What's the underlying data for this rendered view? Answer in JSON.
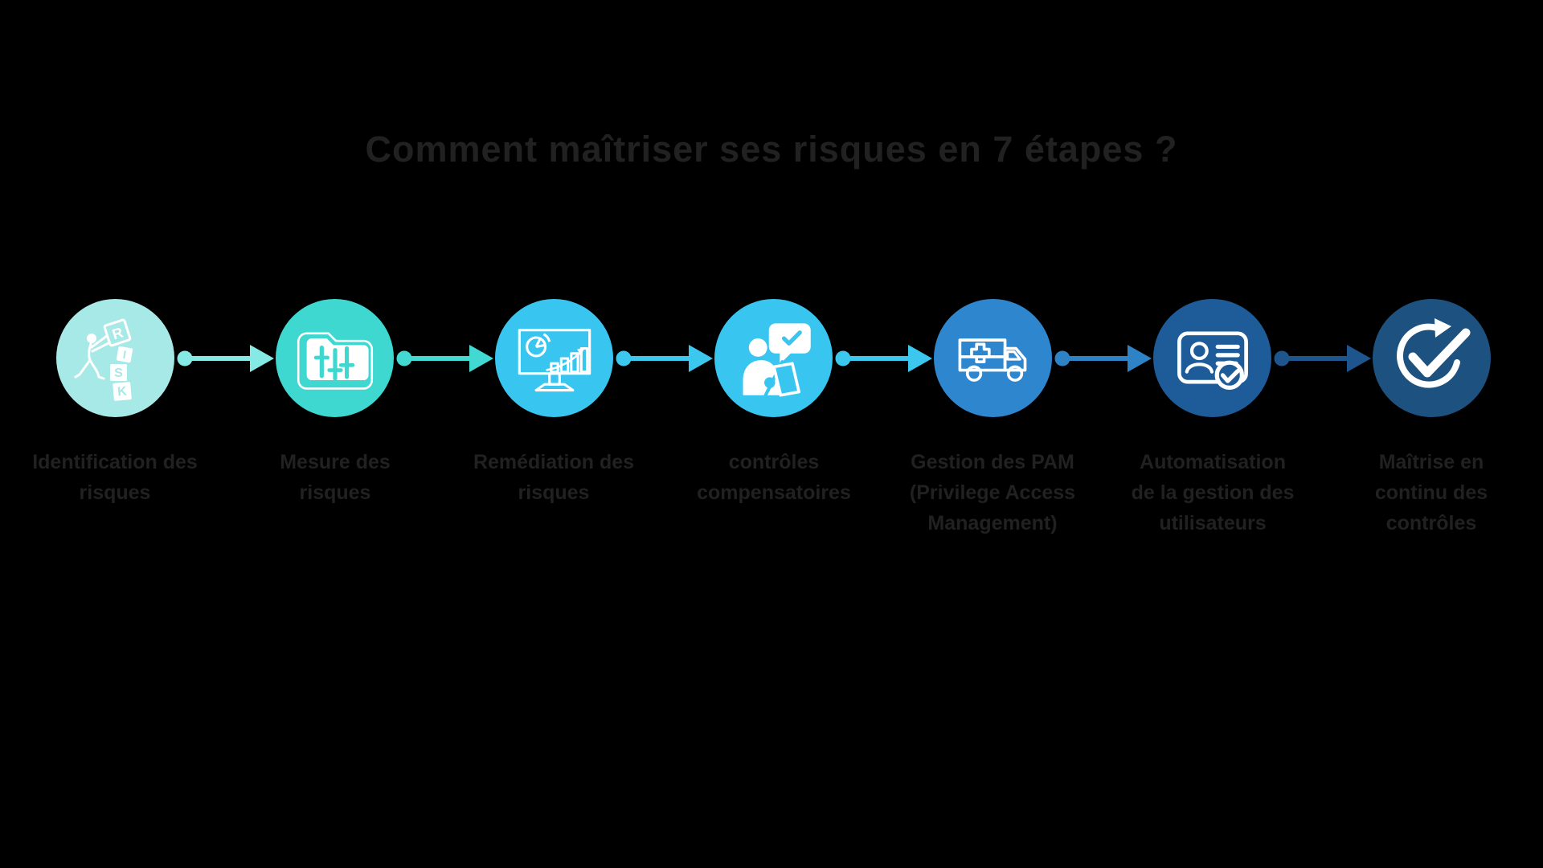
{
  "title": "Comment maîtriser ses risques en 7 étapes ?",
  "colors": {
    "background": "#000000",
    "title_text": "#212121",
    "label_text": "#212121",
    "icon_stroke": "#ffffff"
  },
  "steps": [
    {
      "label_lines": [
        "Identification des",
        "risques",
        ""
      ],
      "color": "#a6e9e6",
      "icon": "risk-blocks-icon"
    },
    {
      "label_lines": [
        "Mesure des",
        "risques",
        ""
      ],
      "color": "#3ed8d0",
      "icon": "folder-sliders-icon"
    },
    {
      "label_lines": [
        "Remédiation des",
        "risques",
        ""
      ],
      "color": "#38c6f0",
      "icon": "monitor-analytics-icon"
    },
    {
      "label_lines": [
        "contrôles",
        "compensatoires",
        ""
      ],
      "color": "#38c6f0",
      "icon": "person-laptop-check-icon"
    },
    {
      "label_lines": [
        "Gestion des PAM",
        "(Privilege Access",
        "Management)"
      ],
      "color": "#2e86ce",
      "icon": "ambulance-icon"
    },
    {
      "label_lines": [
        "Automatisation",
        "de la gestion des",
        "utilisateurs"
      ],
      "color": "#1e5c99",
      "icon": "id-card-check-icon"
    },
    {
      "label_lines": [
        "Maîtrise en",
        "continu des",
        "contrôles"
      ],
      "color": "#1d5180",
      "icon": "cycle-check-icon"
    }
  ],
  "connectors": [
    {
      "color": "#85eae6"
    },
    {
      "color": "#41d9d2"
    },
    {
      "color": "#3bc7ee"
    },
    {
      "color": "#3bc7ee"
    },
    {
      "color": "#2e82c6"
    },
    {
      "color": "#1d558c"
    }
  ]
}
